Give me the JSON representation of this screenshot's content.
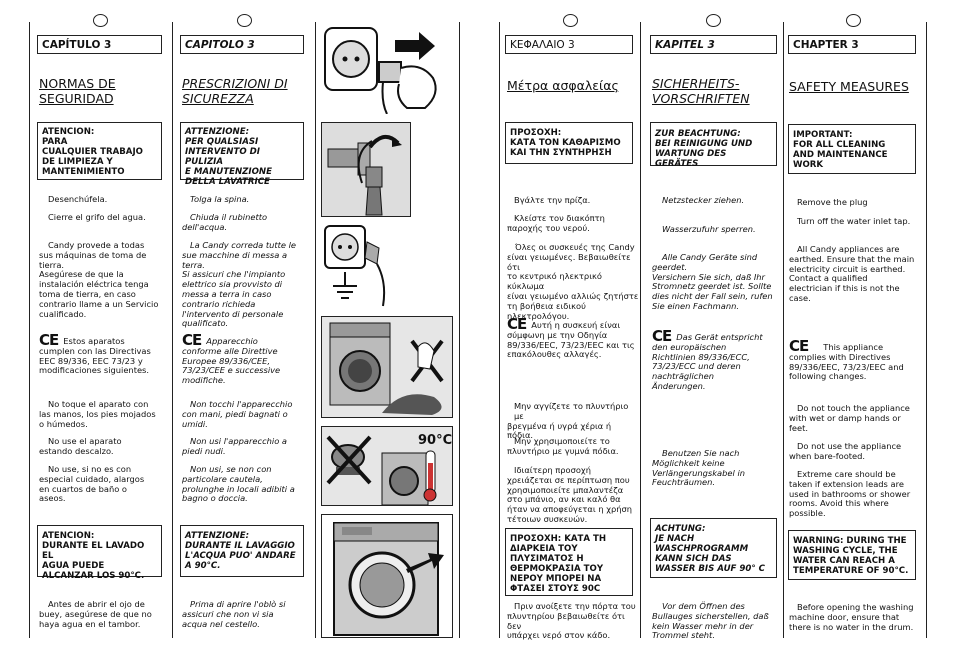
{
  "page": {
    "left_page_number": "",
    "right_page_number": ""
  },
  "es": {
    "chapter": "CAPÍTULO 3",
    "title_l1": "NORMAS DE",
    "title_l2": "SEGURIDAD",
    "attention": [
      "ATENCION:",
      "PARA",
      "CUALQUIER TRABAJO",
      "DE LIMPIEZA Y",
      "MANTENIMIENTO"
    ],
    "p1": "Desenchúfela.",
    "p2": "Cierre el grifo del agua.",
    "p3": [
      "Candy provede a todas",
      "sus máquinas de toma de",
      "tierra.",
      "Asegúrese de que la",
      "instalación eléctrica tenga",
      "toma de tierra, en caso",
      "contrario llame a un Servicio",
      "cualificado."
    ],
    "ce_mark": "CE",
    "p4": [
      "Estos aparatos",
      "cumplen con las Directivas",
      "EEC 89/336, EEC 73/23 y",
      "modificaciones siguientes."
    ],
    "p5": [
      "No toque el aparato con",
      "las manos, los pies mojados",
      "o húmedos."
    ],
    "p6": [
      "No use el aparato",
      "estando descalzo."
    ],
    "p7": [
      "No use, si no es con",
      "especial cuidado, alargos",
      "en cuartos de baño o",
      "aseos."
    ],
    "warning": [
      "ATENCION:",
      "DURANTE EL LAVADO EL",
      "AGUA PUEDE",
      "ALCANZAR LOS 90°C."
    ],
    "p8": [
      "Antes de abrir el ojo de",
      "buey, asegúrese de que no",
      "haya agua en el tambor."
    ]
  },
  "it": {
    "chapter": "CAPITOLO 3",
    "title_l1": "PRESCRIZIONI DI",
    "title_l2": "SICUREZZA",
    "attention": [
      "ATTENZIONE:",
      "PER QUALSIASI",
      "INTERVENTO DI PULIZIA",
      "E MANUTENZIONE",
      "DELLA LAVATRICE"
    ],
    "p1": "Tolga la spina.",
    "p2": [
      "Chiuda il rubinetto",
      "dell'acqua."
    ],
    "p3": [
      "La Candy correda tutte le",
      "sue macchine di messa a",
      "terra.",
      "Si assicuri che l'impianto",
      "elettrico sia provvisto di",
      "messa a terra in caso",
      "contrario richieda",
      "l'intervento di personale",
      "qualificato."
    ],
    "ce_mark": "CE",
    "p4": [
      "Apparecchio",
      "conforme alle Direttive",
      "Europee 89/336/CEE,",
      "73/23/CEE e successive",
      "modifiche."
    ],
    "p5": [
      "Non tocchi l'apparecchio",
      "con mani, piedi bagnati o",
      "umidi."
    ],
    "p6": [
      "Non usi l'apparecchio a",
      "piedi nudi."
    ],
    "p7": [
      "Non usi, se non con",
      "particolare cautela,",
      "prolunghe in locali adibiti a",
      "bagno o doccia."
    ],
    "warning": [
      "ATTENZIONE:",
      "DURANTE IL LAVAGGIO",
      "L'ACQUA PUO' ANDARE",
      "A 90°C."
    ],
    "p8": [
      "Prima di aprire l'oblò si",
      "assicuri che non vi sia",
      "acqua nel cestello."
    ]
  },
  "gr": {
    "chapter": "ΚΕΦΑΛΑΙΟ 3",
    "title": "Μέτρα ασφαλείας",
    "attention": [
      "ΠΡΟΣΟΧΗ:",
      "ΚΑΤΑ ΤΟΝ ΚΑΘΑΡΙΣΜΟ",
      "ΚΑΙ ΤΗΝ ΣΥΝΤΗΡΗΣΗ"
    ],
    "p1": "Βγάλτε την πρίζα.",
    "p2": [
      "Κλείστε τον διακόπτη",
      "παροχής του νερού."
    ],
    "p3": [
      "Όλες οι συσκευές της Candy",
      "είναι γειωμένες. Βεβαιωθείτε ότι",
      "το κεντρικό ηλεκτρικό κύκλωμα",
      "είναι γειωμένο αλλιώς ζητήστε",
      "τη βοήθεια ειδικού",
      "ηλεκτρολόγου."
    ],
    "ce_mark": "CE",
    "p4": [
      "Αυτή η συσκευή είναι",
      "σύμφωνη με την Οδηγία",
      "89/336/EEC, 73/23/EEC και τις",
      "επακόλουθες αλλαγές."
    ],
    "p5": [
      "Μην αγγίζετε το πλυντήριο με",
      "βρεγμένα ή υγρά χέρια ή",
      "πόδια."
    ],
    "p6": [
      "Μην χρησιμοποιείτε το",
      "πλυντήριο με γυμνά πόδια."
    ],
    "p7": [
      "Ιδιαίτερη προσοχή",
      "χρειάζεται σε περίπτωση που",
      "χρησιμοποιείτε μπαλαντέζα",
      "στο μπάνιο, αν και καλό θα",
      "ήταν να αποφεύγεται η χρήση",
      "τέτοιων συσκευών."
    ],
    "warning": [
      "ΠΡΟΣΟΧΗ: ΚΑΤΑ ΤΗ",
      "ΔΙΑΡΚΕΙΑ ΤΟΥ",
      "ΠΛΥΣΙΜΑΤΟΣ Η",
      "ΘΕΡΜΟΚΡΑΣΙΑ ΤΟΥ",
      "ΝΕΡΟΥ ΜΠΟΡΕΙ ΝΑ",
      "ΦΤΑΣΕΙ ΣΤΟΥΣ 90C"
    ],
    "p8": [
      "Πριν ανοίξετε την πόρτα του",
      "πλυντηρίου βεβαιωθείτε ότι δεν",
      "υπάρχει νερό στον κάδο."
    ]
  },
  "de": {
    "chapter": "KAPITEL 3",
    "title_l1": "SICHERHEITS-",
    "title_l2": "VORSCHRIFTEN",
    "attention": [
      "ZUR BEACHTUNG:",
      "BEI REINIGUNG UND",
      "WARTUNG DES GERÄTES"
    ],
    "p1": "Netzstecker ziehen.",
    "p2": "Wasserzufuhr sperren.",
    "p3": [
      "Alle Candy Geräte sind",
      "geerdet.",
      "Versichern Sie sich, daß Ihr",
      "Stromnetz geerdet ist. Sollte",
      "dies nicht der Fall sein, rufen",
      "Sie einen Fachmann."
    ],
    "ce_mark": "CE",
    "p4": [
      "Das Gerät entspricht",
      "den europäischen",
      "Richtlinien 89/336/ECC,",
      "73/23/ECC und deren",
      "nachträglichen",
      "Änderungen."
    ],
    "p7": [
      "Benutzen Sie nach",
      "Möglichkeit keine",
      "Verlängerungskabel in",
      "Feuchträumen."
    ],
    "warning": [
      "ACHTUNG:",
      "JE NACH",
      "WASCHPROGRAMM",
      "KANN SICH DAS",
      "WASSER BIS AUF 90° C"
    ],
    "p8": [
      "Vor dem Öffnen des",
      "Bullauges sicherstellen, daß",
      "kein Wasser mehr in der",
      "Trommel steht."
    ]
  },
  "en": {
    "chapter": "CHAPTER 3",
    "title": "SAFETY MEASURES",
    "attention": [
      "IMPORTANT:",
      "FOR ALL CLEANING",
      "AND MAINTENANCE",
      "WORK"
    ],
    "p1": "Remove the plug",
    "p2": "Turn off the water inlet tap.",
    "p3": [
      "All Candy appliances are",
      "earthed. Ensure that the main",
      "electricity circuit is earthed.",
      "Contact a qualified",
      "electrician if this is not the",
      "case."
    ],
    "ce_mark": "CE",
    "p4": [
      "This appliance",
      "complies with Directives",
      "89/336/EEC, 73/23/EEC and",
      "following changes."
    ],
    "p5": [
      "Do not touch the appliance",
      "with wet or damp hands or",
      "feet."
    ],
    "p6": [
      "Do not use the appliance",
      "when bare-footed."
    ],
    "p7": [
      "Extreme care should be",
      "taken if extension leads are",
      "used in bathrooms or shower",
      "rooms. Avoid this where",
      "possible."
    ],
    "warning": [
      "WARNING: DURING THE",
      "WASHING CYCLE, THE",
      "WATER CAN REACH A",
      "TEMPERATURE OF 90°C."
    ],
    "p8": [
      "Before opening the washing",
      "machine door, ensure that",
      "there is no water in the drum."
    ]
  },
  "illustrations": {
    "temperature_label": "90°C"
  }
}
